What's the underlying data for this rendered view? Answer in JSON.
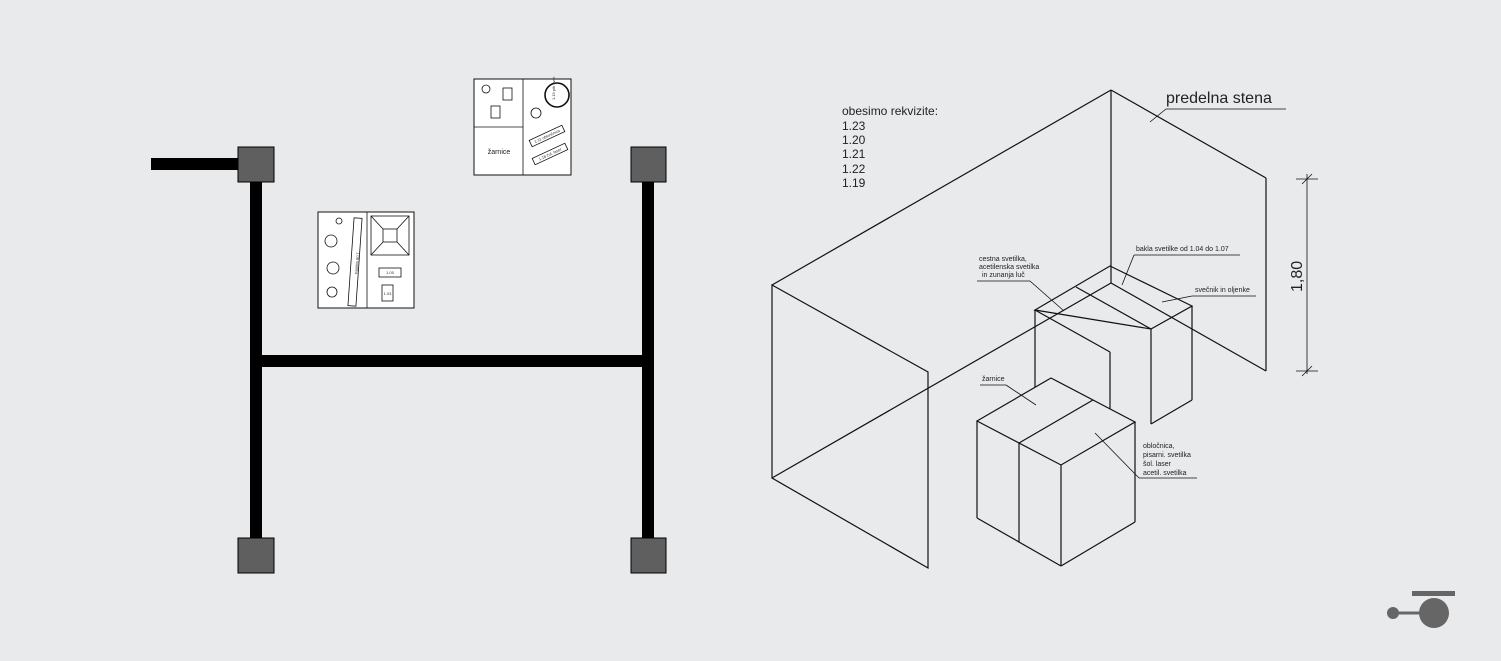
{
  "colors": {
    "background": "#e9eaec",
    "frame": "#000000",
    "post": "#5f5f5f",
    "logo": "#666666"
  },
  "top_box": {
    "zone_label": "žarnice",
    "item_labels": [
      "1.19 pih svet.",
      "1.11 oblončnica",
      "1.18 žol. laser"
    ]
  },
  "left_box": {
    "item_labels": [
      "1.08 svetilka",
      "1.05",
      "1.03"
    ]
  },
  "props_note": {
    "heading": "obesimo rekvizite:",
    "items": [
      "1.23",
      "1.20",
      "1.21",
      "1.22",
      "1.19"
    ]
  },
  "iso": {
    "wall_label": "predelna stena",
    "height_dim": "1,80",
    "callout_back_box_top": "bakla svetilke od 1.04 do 1.07",
    "callout_back_box_left": [
      "cestna svetilka,",
      "acetilenska svetilka",
      "in zunanja luč"
    ],
    "callout_back_box_right": "svečnik in oljenke",
    "callout_front_box_top": "žarnice",
    "callout_front_box_right": [
      "obločnica,",
      "pisarni. svetilka",
      "šol. laser",
      "acetil. svetilka"
    ]
  }
}
